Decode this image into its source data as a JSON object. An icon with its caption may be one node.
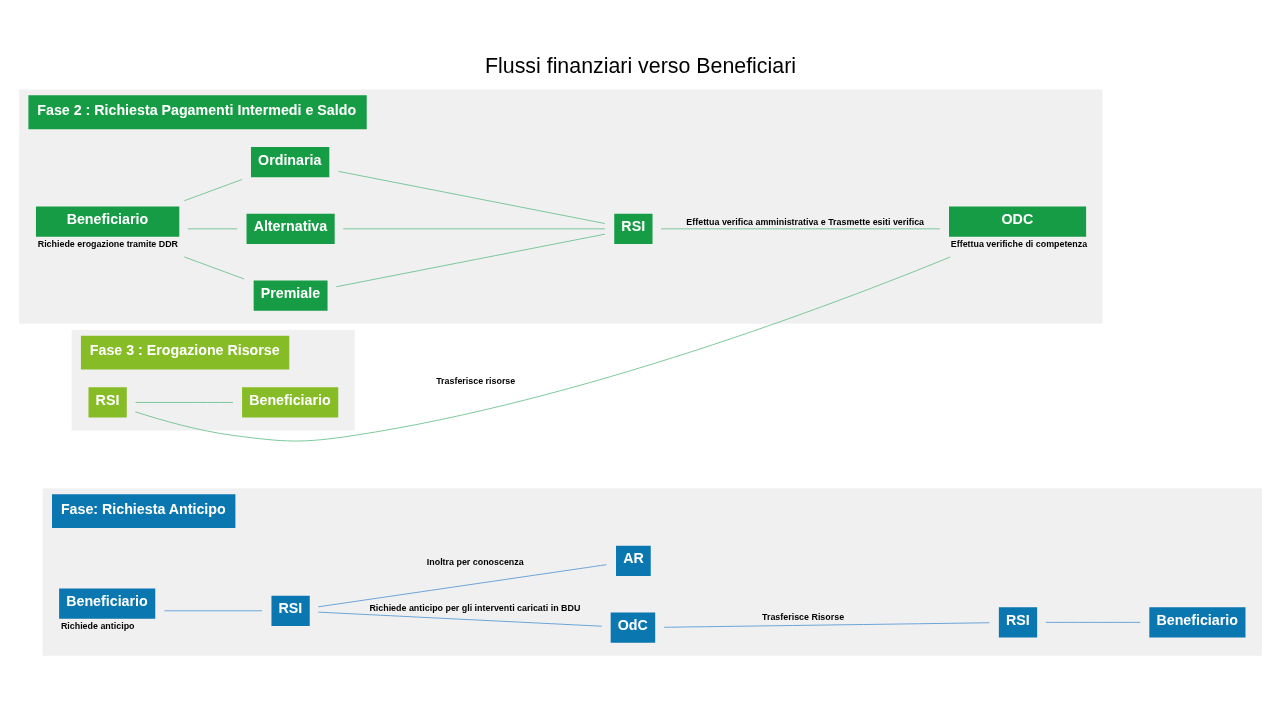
{
  "diagram": {
    "title": "Flussi finanziari verso Beneficiari",
    "nodes": [
      {
        "text": [
          "Fase: Richiesta Anticipo"
        ]
      },
      {
        "text": [
          "Beneficiario"
        ],
        "beside": [
          "Richiede anticipo"
        ],
        "in": 0
      },
      {
        "text": [
          "RSI"
        ],
        "in": 0
      },
      {
        "text": [
          "OdC"
        ],
        "in": 0
      },
      {
        "text": [
          "RSI"
        ],
        "in": 0
      },
      {
        "text": [
          "Beneficiario"
        ],
        "in": 0
      },
      {
        "text": [
          "AR"
        ],
        "in": 0
      },
      {
        "text": [
          "Fase 2 : Richiesta Pagamenti Intermedi e Saldo"
        ]
      },
      {
        "text": [
          "Beneficiario"
        ],
        "beside": [
          "Richiede erogazione tramite DDR"
        ],
        "in": 7
      },
      {
        "text": [
          "Premiale"
        ],
        "in": 7
      },
      {
        "text": [
          "Alternativa"
        ],
        "in": 7
      },
      {
        "text": [
          "Ordinaria"
        ],
        "in": 7
      },
      {
        "text": [
          "RSI"
        ],
        "in": 7
      },
      {
        "text": [
          "ODC"
        ],
        "beside": [
          "Effettua verifiche di competenza"
        ],
        "in": 7
      },
      {
        "text": [
          "Fase 3 : Erogazione Risorse"
        ]
      },
      {
        "text": [
          "RSI"
        ],
        "in": 14
      },
      {
        "text": [
          "Beneficiario"
        ],
        "in": 14
      }
    ],
    "edges": [
      {
        "from": 1,
        "to": 2,
        "arrow": "none",
        "color": "#5b9bd5"
      },
      {
        "from": 2,
        "to": 3,
        "arrow": "none",
        "label": "Richiede anticipo per gli interventi caricati in BDU",
        "color": "#5b9bd5"
      },
      {
        "from": 3,
        "to": 4,
        "arrow": "none",
        "label": "Trasferisce Risorse",
        "color": "#5b9bd5"
      },
      {
        "from": 4,
        "to": 5,
        "arrow": "none",
        "color": "#5b9bd5"
      },
      {
        "from": 2,
        "to": 6,
        "arrow": "none",
        "label": "Inoltra per conoscenza",
        "color": "#5b9bd5"
      },
      {
        "from": 8,
        "to": 9,
        "arrow": "none"
      },
      {
        "from": 8,
        "to": 10,
        "arrow": "none"
      },
      {
        "from": 8,
        "to": 11,
        "arrow": "none"
      },
      {
        "from": 9,
        "to": 12,
        "arrow": "none"
      },
      {
        "from": 10,
        "to": 12,
        "arrow": "none"
      },
      {
        "from": 11,
        "to": 12,
        "arrow": "none"
      },
      {
        "from": 12,
        "to": 13,
        "arrow": "none",
        "label": "Effettua verifica amministrativa e Trasmette esiti verifica"
      },
      {
        "from": 13,
        "to": 15,
        "arrow": "none",
        "label": "Trasferisce risorse"
      },
      {
        "from": 15,
        "to": 16,
        "arrow": "none"
      }
    ]
  }
}
